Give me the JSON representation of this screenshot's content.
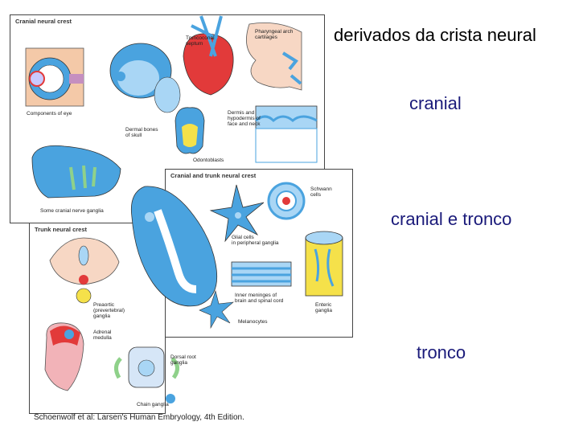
{
  "slide": {
    "title": "derivados da crista neural",
    "labels": {
      "cranial": "cranial",
      "cranial_trunk": "cranial e tronco",
      "trunk": "tronco"
    }
  },
  "figure": {
    "citation": "Schoenwolf et al: Larsen's Human Embryology, 4th Edition.",
    "panels": {
      "cranial": {
        "title": "Cranial neural crest",
        "captions": {
          "eye": "Components of eye",
          "truncoconal": "Truncoconal\nseptum",
          "pharyngeal": "Pharyngeal arch\ncartilages",
          "dermal_bones": "Dermal bones\nof skull",
          "dermis": "Dermis and\nhypodermis of\nface and neck",
          "odontoblasts": "Odontoblasts",
          "cranial_nerve": "Some cranial nerve ganglia"
        }
      },
      "trunk": {
        "title": "Trunk neural crest",
        "captions": {
          "preaortic": "Preaortic\n(prevertebral)\nganglia",
          "adrenal": "Adrenal\nmedulla",
          "dorsal_root": "Dorsal root\nganglia",
          "chain": "Chain ganglia"
        }
      },
      "cranial_trunk": {
        "title": "Cranial and trunk neural crest",
        "captions": {
          "schwann": "Schwann\ncells",
          "glial": "Glial cells\nin peripheral ganglia",
          "meninges": "Inner meninges of\nbrain and spinal cord",
          "enteric": "Enteric\nganglia",
          "melanocytes": "Melanocytes"
        }
      }
    }
  },
  "colors": {
    "accent_blue": "#4aa3df",
    "light_blue": "#a9d6f5",
    "red": "#e23a3a",
    "pink": "#f2b3b8",
    "yellow": "#f5e14a",
    "green": "#8fd18a"
  }
}
